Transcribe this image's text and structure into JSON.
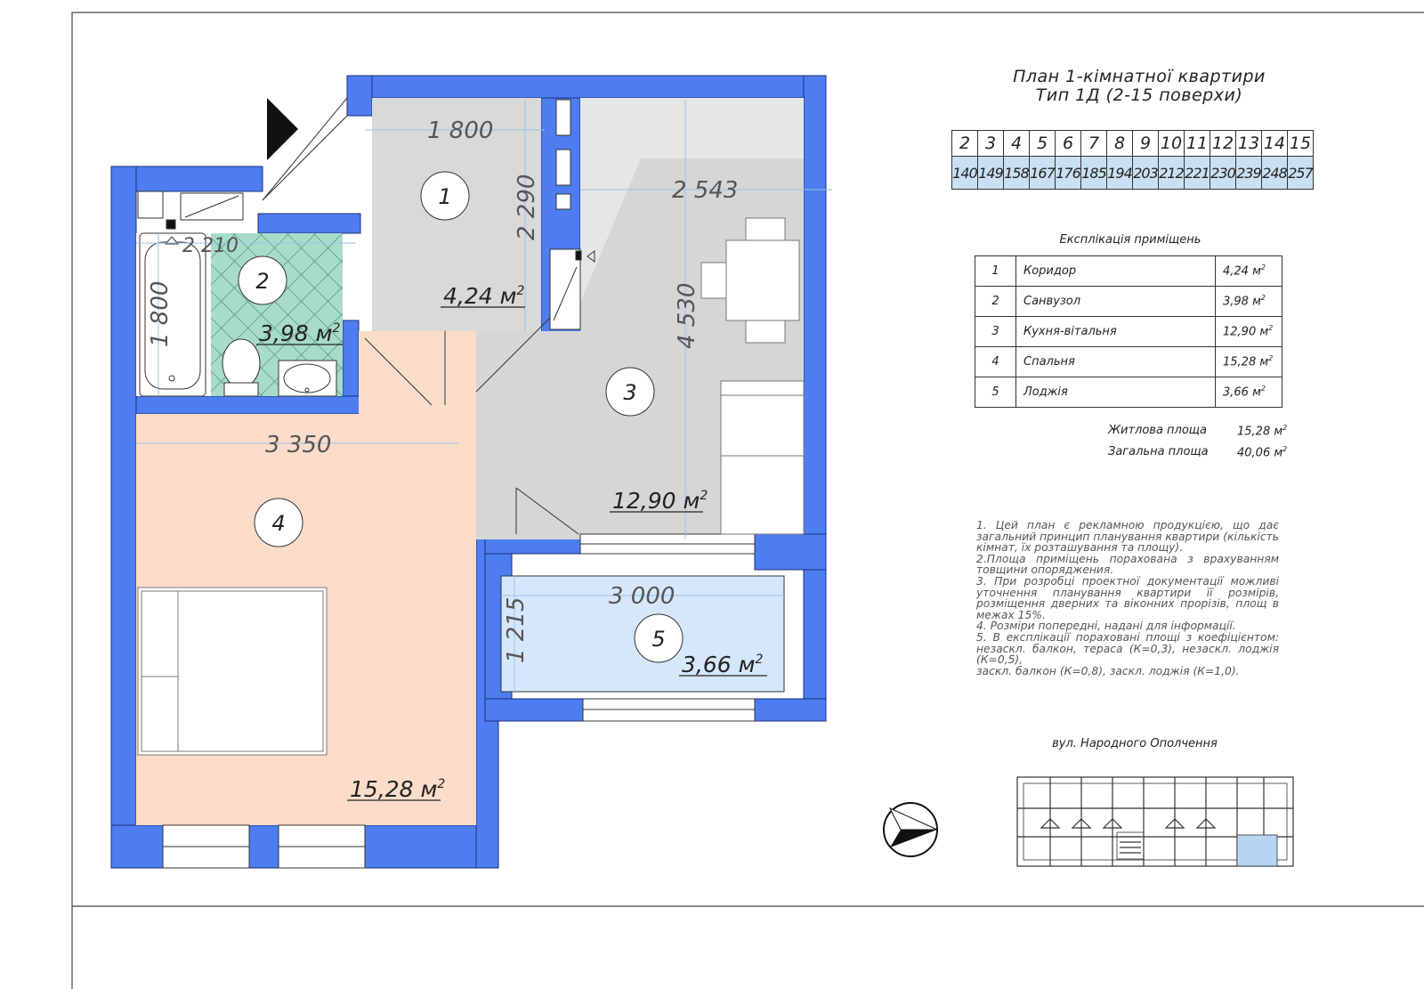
{
  "title": {
    "line1": "План 1-кімнатної квартири",
    "line2": "Тип 1Д (2-15 поверхи)"
  },
  "floors_table": {
    "floors": [
      "2",
      "3",
      "4",
      "5",
      "6",
      "7",
      "8",
      "9",
      "10",
      "11",
      "12",
      "13",
      "14",
      "15"
    ],
    "apartments": [
      "140",
      "149",
      "158",
      "167",
      "176",
      "185",
      "194",
      "203",
      "212",
      "221",
      "230",
      "239",
      "248",
      "257"
    ]
  },
  "explication": {
    "caption": "Експлікація приміщень",
    "unit": "м",
    "unit_sup": "2",
    "rows": [
      {
        "num": "1",
        "name": "Коридор",
        "area": "4,24"
      },
      {
        "num": "2",
        "name": "Санвузол",
        "area": "3,98"
      },
      {
        "num": "3",
        "name": "Кухня-вітальня",
        "area": "12,90"
      },
      {
        "num": "4",
        "name": "Спальня",
        "area": "15,28"
      },
      {
        "num": "5",
        "name": "Лоджія",
        "area": "3,66"
      }
    ]
  },
  "totals": {
    "living_label": "Житлова площа",
    "living_value": "15,28",
    "total_label": "Загальна площа",
    "total_value": "40,06"
  },
  "notes": "1. Цей план є рекламною продукцією, що дає загальний принцип планування квартири (кількість кімнат, їх розташування та площу).\n2.Площа приміщень порахована з врахуванням товщини опоряджения.\n3. При розробці проектної документації можливі уточнення планування квартири її розмірів, розміщення дверних та віконних прорізів, площ в межах 15%.\n4. Розміри попередні, надані для інформації.\n5. В експлікації пораховані площі з коефіцієнтом: незаскл. балкон, тераса (К=0,3), незаскл. лоджія (К=0,5),\nзаскл. балкон (К=0,8), заскл. лоджія (К=1,0).",
  "street": "вул. Народного Ополчення",
  "plan": {
    "dims": {
      "corridor_w": "1 800",
      "corridor_h": "2 290",
      "kitchen_w": "2 543",
      "kitchen_h": "4 530",
      "bath_w": "2 210",
      "bath_h": "1 800",
      "bedroom_w": "3 350",
      "loggia_w": "3 000",
      "loggia_h": "1 215"
    },
    "rooms": [
      {
        "num": "1",
        "area": "4,24 м"
      },
      {
        "num": "2",
        "area": "3,98 м"
      },
      {
        "num": "3",
        "area": "12,90 м"
      },
      {
        "num": "4",
        "area": "15,28 м"
      },
      {
        "num": "5",
        "area": "3,66 м"
      }
    ],
    "area_sup": "2"
  },
  "colors": {
    "wall": "#4d7df0",
    "corridor": "#d9d9d9",
    "kitchen": "#d6d6d6",
    "bathroom": "#a8dcc8",
    "bedroom": "#fbdcc8",
    "loggia": "#d5e7fb",
    "dimension": "#9cc3e6",
    "floor_row": "#c8e0f2"
  }
}
